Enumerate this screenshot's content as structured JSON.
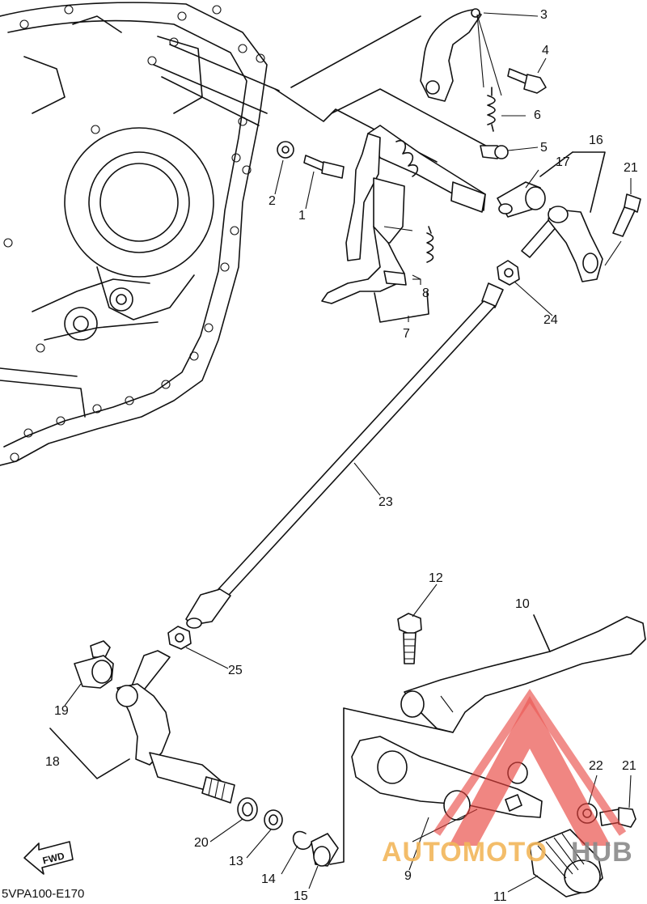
{
  "diagram": {
    "drawing_code": "5VPA100-E170",
    "fwd_arrow_text": "FWD",
    "callouts": [
      {
        "id": "c1",
        "text": "1"
      },
      {
        "id": "c2",
        "text": "2"
      },
      {
        "id": "c3",
        "text": "3"
      },
      {
        "id": "c4",
        "text": "4"
      },
      {
        "id": "c5",
        "text": "5"
      },
      {
        "id": "c6",
        "text": "6"
      },
      {
        "id": "c7",
        "text": "7"
      },
      {
        "id": "c8",
        "text": "8"
      },
      {
        "id": "c9",
        "text": "9"
      },
      {
        "id": "c10",
        "text": "10"
      },
      {
        "id": "c11",
        "text": "11"
      },
      {
        "id": "c12",
        "text": "12"
      },
      {
        "id": "c13",
        "text": "13"
      },
      {
        "id": "c14",
        "text": "14"
      },
      {
        "id": "c15",
        "text": "15"
      },
      {
        "id": "c16",
        "text": "16"
      },
      {
        "id": "c17",
        "text": "17"
      },
      {
        "id": "c18",
        "text": "18"
      },
      {
        "id": "c19",
        "text": "19"
      },
      {
        "id": "c20",
        "text": "20"
      },
      {
        "id": "c21a",
        "text": "21"
      },
      {
        "id": "c21b",
        "text": "21"
      },
      {
        "id": "c22",
        "text": "22"
      },
      {
        "id": "c23",
        "text": "23"
      },
      {
        "id": "c24",
        "text": "24"
      },
      {
        "id": "c25",
        "text": "25"
      }
    ]
  },
  "watermark": {
    "part1": "AUTOMOTO",
    "part2": "HUB",
    "triangle_color": "#e8413c",
    "part1_color": "#f2b65a",
    "part2_color": "#8a8a8a"
  }
}
